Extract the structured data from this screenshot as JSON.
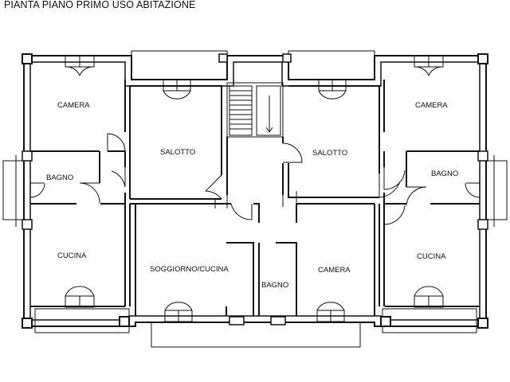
{
  "title": "PIANTA PIANO PRIMO USO ABITAZIONE",
  "rooms": {
    "camera_left": "CAMERA",
    "bagno_left": "BAGNO",
    "cucina_left": "CUCINA",
    "salotto_left": "SALOTTO",
    "soggiorno": "SOGGIORNO/CUCINA",
    "bagno_center": "BAGNO",
    "camera_center": "CAMERA",
    "salotto_right": "SALOTTO",
    "camera_right": "CAMERA",
    "bagno_right": "BAGNO",
    "cucina_right": "CUCINA"
  }
}
